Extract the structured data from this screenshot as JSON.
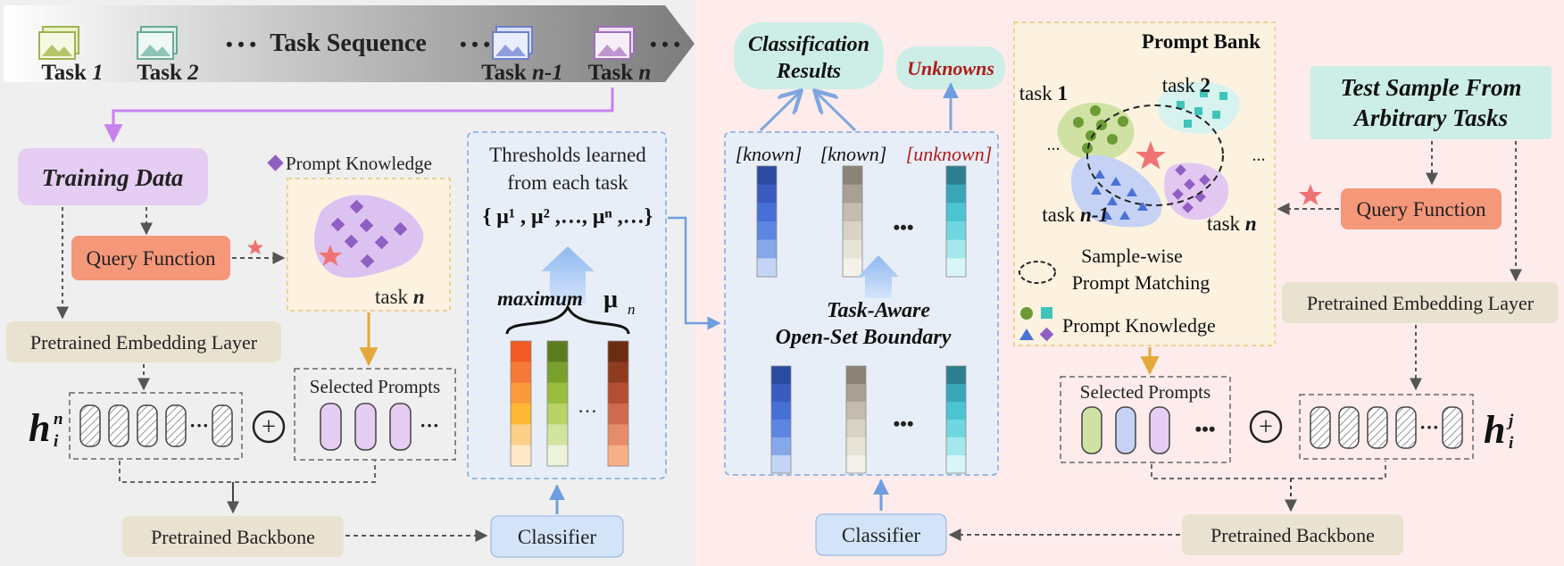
{
  "task_sequence": {
    "title": "Task Sequence",
    "ellipsis": "• • •",
    "tasks": [
      {
        "prefix": "Task ",
        "num": "1"
      },
      {
        "prefix": "Task ",
        "num": "2"
      },
      {
        "prefix": "Task ",
        "num": "n-1"
      },
      {
        "prefix": "Task ",
        "num": "n"
      }
    ]
  },
  "left": {
    "training_data": "Training Data",
    "query_function": "Query Function",
    "prompt_knowledge": "Prompt Knowledge",
    "task_label": "task ",
    "task_label_n": "n",
    "embedding_layer": "Pretrained Embedding Layer",
    "selected_prompts": "Selected Prompts",
    "backbone": "Pretrained Backbone",
    "classifier": "Classifier",
    "h_base": "h",
    "h_sub": "i",
    "h_sup": "n",
    "ellipsis": "···",
    "plus": "+"
  },
  "thresholds": {
    "line1": "Thresholds learned",
    "line2": "from each task",
    "formula": "{ μ¹ , μ² ,…, μⁿ ,…}",
    "maximum_word": "maximum",
    "mu": "μ",
    "mu_sub": "n",
    "ellipsis": "…"
  },
  "middle": {
    "classification_results": [
      "Classification",
      "Results"
    ],
    "unknowns": "Unknowns",
    "known1": "[known]",
    "known2": "[known]",
    "unknown": "[unknown]",
    "boundary": [
      "Task-Aware",
      "Open-Set Boundary"
    ],
    "classifier": "Classifier",
    "ellipsis": "•••"
  },
  "right": {
    "prompt_bank": "Prompt Bank",
    "task1": {
      "prefix": "task ",
      "num": "1"
    },
    "task2": {
      "prefix": "task ",
      "num": "2"
    },
    "taskn1": {
      "prefix": "task ",
      "num": "n-1"
    },
    "taskn": {
      "prefix": "task ",
      "num": "n"
    },
    "dots": "...",
    "sample_matching": [
      "Sample-wise",
      "Prompt Matching"
    ],
    "prompt_knowledge": "Prompt Knowledge",
    "test_sample": [
      "Test Sample From",
      "Arbitrary Tasks"
    ],
    "query_function": "Query Function",
    "embedding_layer": "Pretrained Embedding Layer",
    "selected_prompts": "Selected Prompts",
    "backbone": "Pretrained Backbone",
    "h_base": "h",
    "h_sub": "i",
    "h_sup": "j",
    "ellipsis": "•••",
    "ellipsis2": "···",
    "plus": "+"
  },
  "colors": {
    "left_bg": "#efefef",
    "right_bg": "#fdeceb",
    "query_fn": "#f59779",
    "training_data": "#e6cdf3",
    "prompt_purple": "#8f5fc4",
    "known_blue": "#3f66c9",
    "unknown_red": "#b01b1b",
    "classification_bg": "#cdeee6",
    "classifier_bg": "#d3e4f9",
    "embed_bg": "#e9e2d0"
  }
}
